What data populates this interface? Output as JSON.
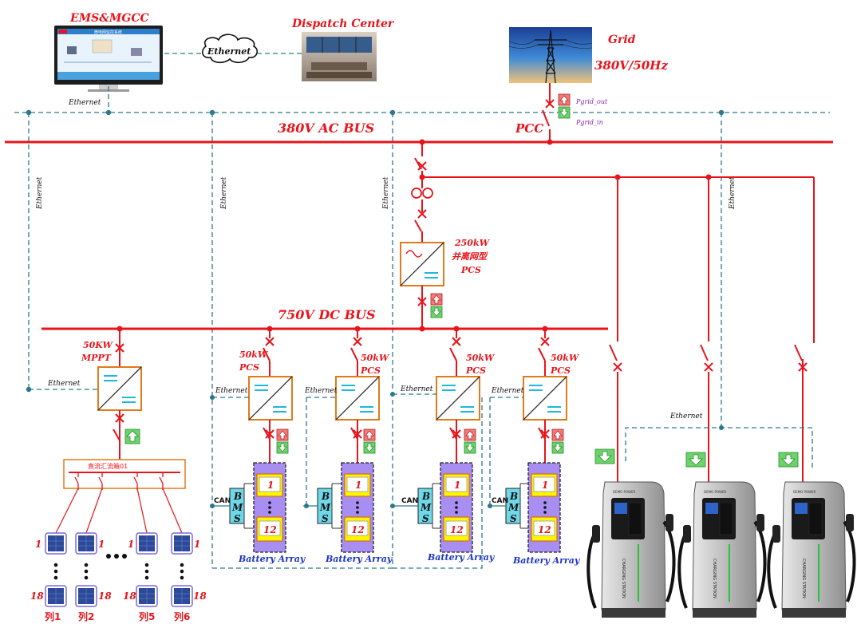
{
  "ems_label": "EMS&MGCC",
  "ems_screen_title": "微电网监控系统",
  "cloud_label": "Ethernet",
  "dispatch_label": "Dispatch Center",
  "grid_label": "Grid",
  "grid_voltage": "380V/50Hz",
  "pgrid_out": "Pgrid_out",
  "pgrid_in": "Pgrid_in",
  "ac_bus_label": "380V AC BUS",
  "pcc_label": "PCC",
  "dc_bus_label": "750V DC BUS",
  "ethernet_label": "Ethernet",
  "main_pcs": {
    "power": "250kW",
    "mode": "并离网型",
    "name": "PCS"
  },
  "mppt": {
    "power": "50KW",
    "name": "MPPT"
  },
  "pcs_units": [
    {
      "power": "50kW",
      "name": "PCS"
    },
    {
      "power": "50kW",
      "name": "PCS"
    },
    {
      "power": "50kW",
      "name": "PCS"
    },
    {
      "power": "50kW",
      "name": "PCS"
    }
  ],
  "can_label": "CAN",
  "bms_letters": [
    "B",
    "M",
    "S"
  ],
  "battery_array_label": "Battery Array",
  "battery_cell_first": "1",
  "battery_cell_last": "12",
  "combiner_label": "直流汇流箱01",
  "pv_first": "1",
  "pv_last": "18",
  "pv_columns": [
    "列1",
    "列2",
    "列5",
    "列6"
  ],
  "charger_logo": "DEMO POWER",
  "charger_side_text": "CHARGING STATION",
  "colors": {
    "bus_red": "#e8141b",
    "ethernet_teal": "#2b7a8c",
    "converter_border": "#e07b1a",
    "battery_purple": "#a78ef0",
    "cell_yellow": "#fff600",
    "bms_cyan": "#6fd8e8",
    "arrow_green": "#6cd36c",
    "arrow_red": "#f07a7a",
    "label_purple": "#8a1fb0",
    "label_blue": "#1a35c8"
  }
}
